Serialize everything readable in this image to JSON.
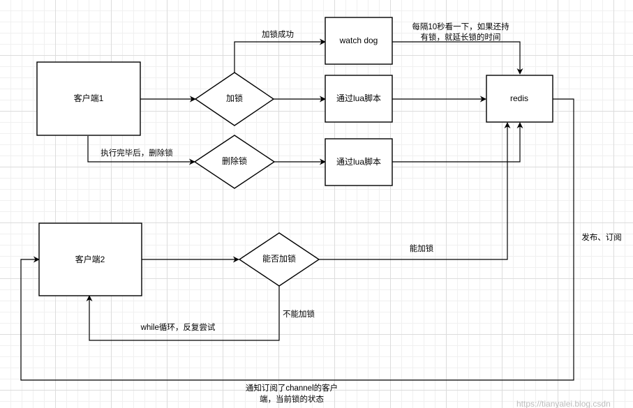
{
  "nodes": {
    "client1": "客户端1",
    "client2": "客户端2",
    "lock": "加锁",
    "delete_lock": "删除锁",
    "can_lock": "能否加锁",
    "watch_dog": "watch dog",
    "lua_script_1": "通过lua脚本",
    "lua_script_2": "通过lua脚本",
    "redis": "redis"
  },
  "edges": {
    "lock_success": "加锁成功",
    "watchdog_note_line1": "每隔10秒看一下，如果还持",
    "watchdog_note_line2": "有锁，就延长锁的时间",
    "after_execute_delete": "执行完毕后，删除锁",
    "can_lock_yes": "能加锁",
    "can_lock_no": "不能加锁",
    "while_retry": "while循环，反复尝试",
    "publish_subscribe": "发布、订阅",
    "notify_line1": "通知订阅了channel的客户",
    "notify_line2": "端，当前锁的状态"
  },
  "watermark": "https://tianyalei.blog.csdn"
}
